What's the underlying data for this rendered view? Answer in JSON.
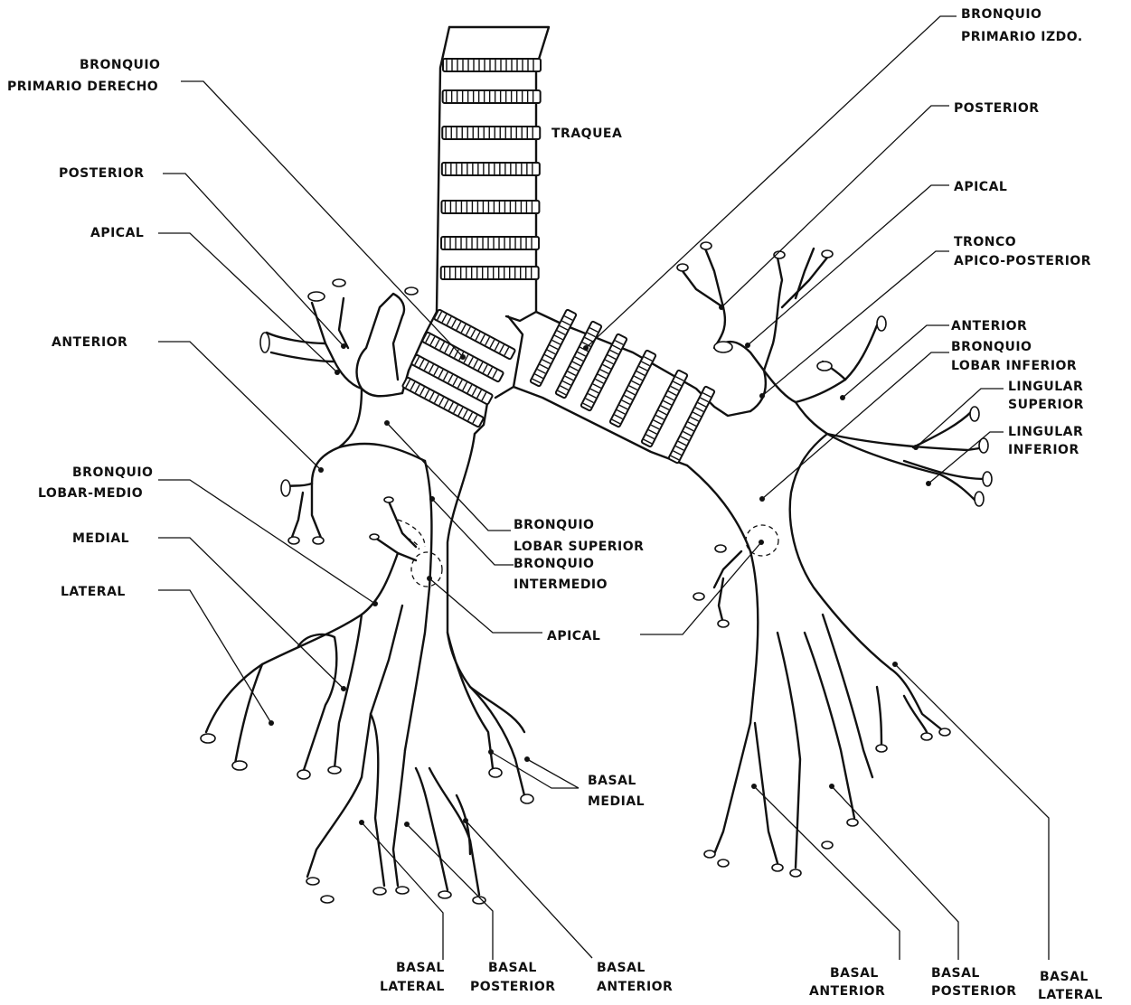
{
  "labels": {
    "traquea": "TRAQUEA",
    "bronquio_primario_derecho_1": "BRONQUIO",
    "bronquio_primario_derecho_2": "PRIMARIO DERECHO",
    "bronquio_primario_izdo_1": "BRONQUIO",
    "bronquio_primario_izdo_2": "PRIMARIO IZDO.",
    "r_posterior": "POSTERIOR",
    "r_apical": "APICAL",
    "r_anterior": "ANTERIOR",
    "bronquio_lobar_medio_1": "BRONQUIO",
    "bronquio_lobar_medio_2": "LOBAR-MEDIO",
    "r_medial": "MEDIAL",
    "r_lateral": "LATERAL",
    "lobar_superior_1": "BRONQUIO",
    "lobar_superior_2": "LOBAR SUPERIOR",
    "intermedio_1": "BRONQUIO",
    "intermedio_2": "INTERMEDIO",
    "apical_lower": "APICAL",
    "basal_medial_1": "BASAL",
    "basal_medial_2": "MEDIAL",
    "l_posterior": "POSTERIOR",
    "l_apical": "APICAL",
    "tronco_1": "TRONCO",
    "tronco_2": "APICO-POSTERIOR",
    "l_anterior": "ANTERIOR",
    "lobar_inferior_1": "BRONQUIO",
    "lobar_inferior_2": "LOBAR INFERIOR",
    "lingular_sup_1": "LINGULAR",
    "lingular_sup_2": "SUPERIOR",
    "lingular_inf_1": "LINGULAR",
    "lingular_inf_2": "INFERIOR",
    "r_basal_lateral_1": "BASAL",
    "r_basal_lateral_2": "LATERAL",
    "r_basal_posterior_1": "BASAL",
    "r_basal_posterior_2": "POSTERIOR",
    "r_basal_anterior_1": "BASAL",
    "r_basal_anterior_2": "ANTERIOR",
    "l_basal_anterior_1": "BASAL",
    "l_basal_anterior_2": "ANTERIOR",
    "l_basal_posterior_1": "BASAL",
    "l_basal_posterior_2": "POSTERIOR",
    "l_basal_lateral_1": "BASAL",
    "l_basal_lateral_2": "LATERAL"
  }
}
